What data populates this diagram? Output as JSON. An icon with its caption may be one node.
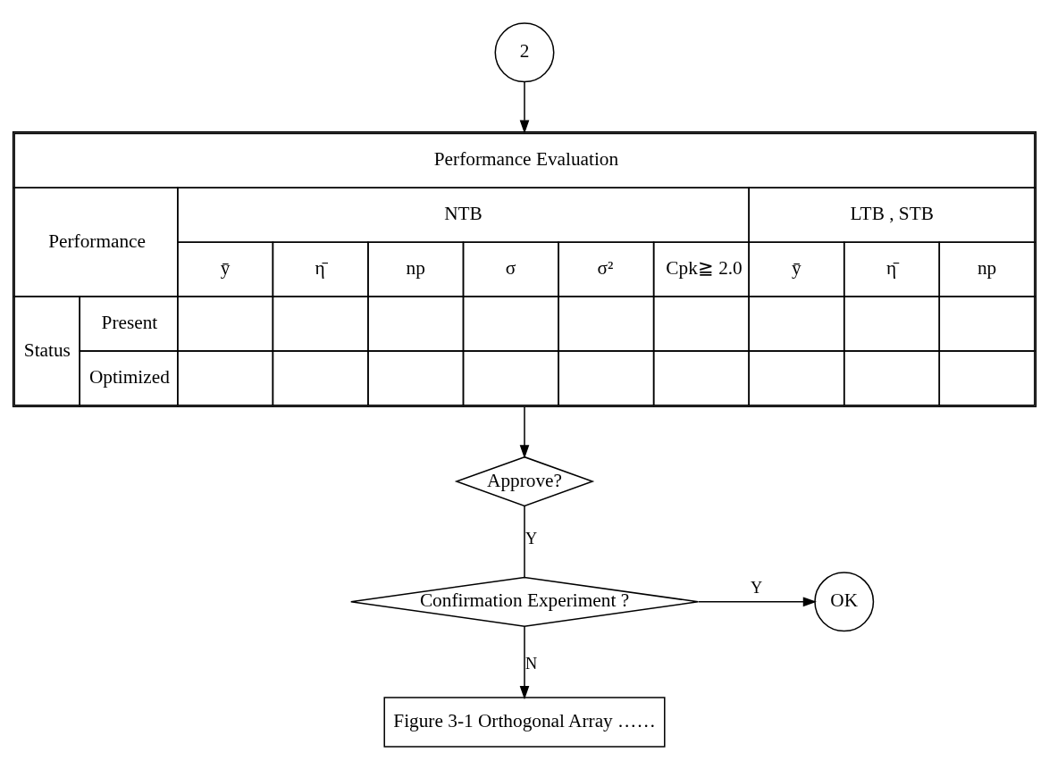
{
  "diagram": {
    "nodes": [
      {
        "text": [
          "2"
        ]
      },
      {
        "text": [
          "Performance Evaluation",
          "Performance",
          "NTB",
          "LTB , STB",
          "ȳ",
          "η̄",
          "np",
          "σ",
          "σ²",
          "Cpk≧ 2.0",
          "ȳ",
          "η̄",
          "np",
          "Status",
          "Present",
          "Optimized"
        ]
      },
      {
        "text": [
          "Approve?"
        ]
      },
      {
        "text": [
          "Confirmation Experiment ?"
        ]
      },
      {
        "text": [
          "OK"
        ]
      },
      {
        "text": [
          "Figure 3-1 Orthogonal Array ……"
        ]
      }
    ],
    "edges": [
      {
        "from": 0,
        "to": 1,
        "arrow": "to"
      },
      {
        "from": 1,
        "to": 2,
        "arrow": "to"
      },
      {
        "from": 2,
        "to": 3,
        "arrow": "none",
        "label": "Y"
      },
      {
        "from": 3,
        "to": 4,
        "arrow": "to",
        "label": "Y"
      },
      {
        "from": 3,
        "to": 5,
        "arrow": "to",
        "label": "N"
      }
    ]
  }
}
